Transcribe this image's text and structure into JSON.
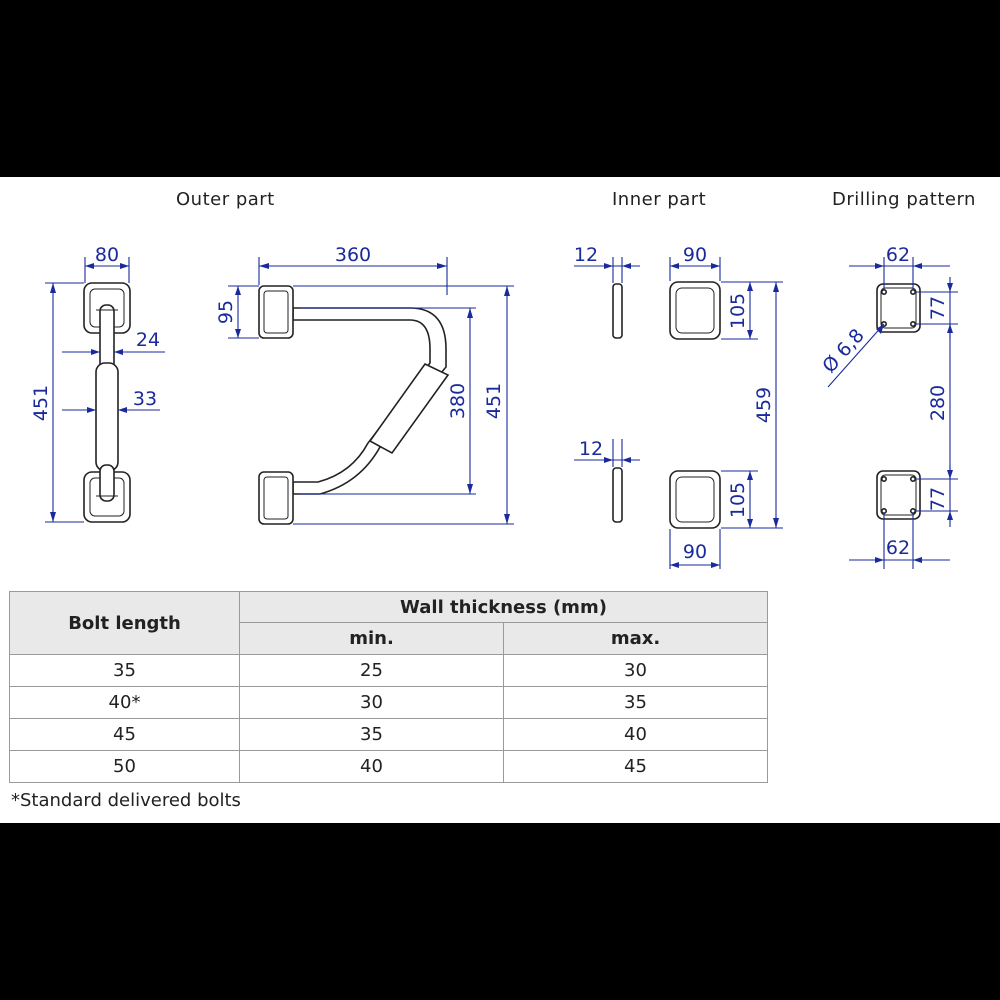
{
  "sections": {
    "outer_title": "Outer part",
    "inner_title": "Inner part",
    "drilling_title": "Drilling pattern"
  },
  "dimensions": {
    "outer_width": "80",
    "outer_height": "451",
    "tube_small": "24",
    "tube_large": "33",
    "span": "360",
    "plate_height": "95",
    "tube_height": "380",
    "side_height": "451",
    "inner_thickness_top": "12",
    "inner_plate_width_top": "90",
    "inner_plate_height_top": "105",
    "inner_total": "459",
    "inner_thickness_bottom": "12",
    "inner_plate_height_bottom": "105",
    "inner_plate_width_bottom": "90",
    "drill_width_top": "62",
    "drill_height_top": "77",
    "drill_hole": "Ø 6,8",
    "drill_spacing": "280",
    "drill_height_bottom": "77",
    "drill_width_bottom": "62"
  },
  "table": {
    "col_bolt": "Bolt length",
    "col_wall": "Wall thickness (mm)",
    "col_min": "min.",
    "col_max": "max.",
    "rows": [
      {
        "bolt": "35",
        "min": "25",
        "max": "30"
      },
      {
        "bolt": "40*",
        "min": "30",
        "max": "35"
      },
      {
        "bolt": "45",
        "min": "35",
        "max": "40"
      },
      {
        "bolt": "50",
        "min": "40",
        "max": "45"
      }
    ]
  },
  "footnote": "*Standard delivered bolts",
  "colors": {
    "dimension": "#1a2a9c",
    "outline": "#222222",
    "header_bg": "#e9e9e9"
  }
}
